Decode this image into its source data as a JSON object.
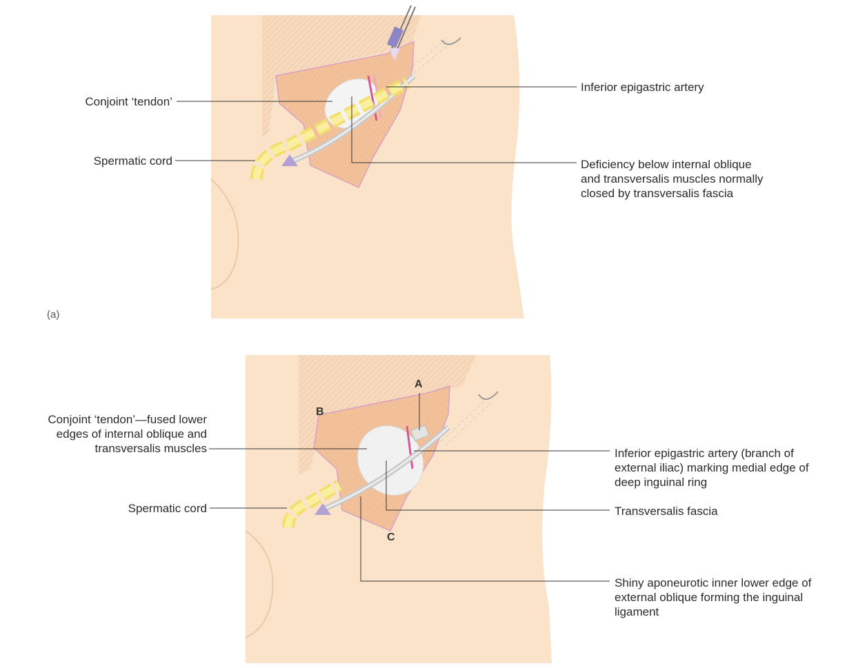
{
  "panel_a": {
    "tag": "(a)",
    "labels": {
      "conjoint": "Conjoint ‘tendon’",
      "cord": "Spermatic cord",
      "artery": "Inferior epigastric artery",
      "deficiency": [
        "Deficiency below internal oblique",
        "and transversalis muscles normally",
        "closed by transversalis fascia"
      ]
    }
  },
  "panel_b": {
    "labels": {
      "conjoint": [
        "Conjoint ‘tendon’—fused lower",
        "edges of internal oblique and",
        "transversalis muscles"
      ],
      "cord": "Spermatic cord",
      "artery": [
        "Inferior epigastric artery (branch of",
        "external iliac) marking medial edge of",
        "deep inguinal ring"
      ],
      "fascia": "Transversalis fascia",
      "ligament": [
        "Shiny aponeurotic inner lower edge of",
        "external oblique forming the inguinal",
        "ligament"
      ]
    },
    "letters": {
      "a": "A",
      "b": "B",
      "c": "C"
    }
  },
  "colors": {
    "skin": "#fbe3c9",
    "muscle": "#f3c6a1",
    "fascia": "#f2f2f2",
    "cord": "#f7e78b",
    "artery": "#d6569a",
    "marker": "#b4a1d4"
  }
}
